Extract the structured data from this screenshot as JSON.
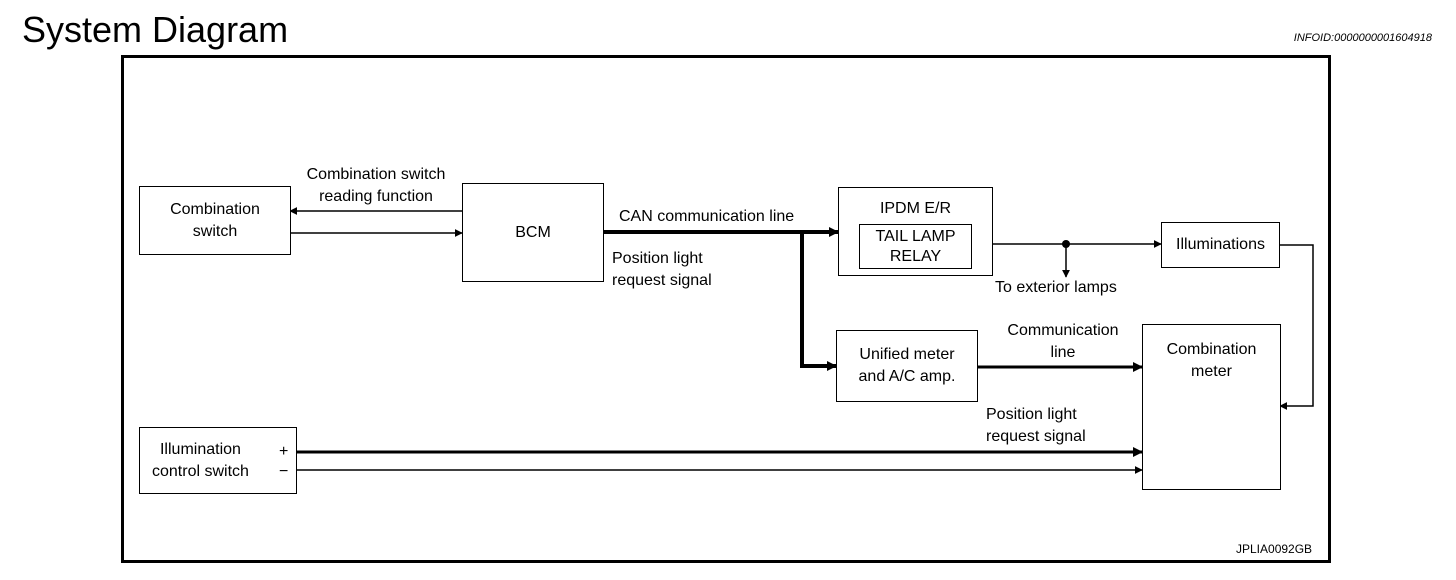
{
  "header": {
    "title": "System Diagram",
    "info_id": "INFOID:0000000001604918"
  },
  "diagram": {
    "nodes": {
      "combination_switch": "Combination\nswitch",
      "bcm": "BCM",
      "ipdm_er": "IPDM E/R",
      "tail_lamp_relay": "TAIL LAMP\nRELAY",
      "illuminations": "Illuminations",
      "unified_meter": "Unified meter\nand A/C amp.",
      "combination_meter": "Combination\nmeter",
      "illumination_control_switch": "Illumination\ncontrol switch"
    },
    "labels": {
      "reading_function": "Combination switch\nreading function",
      "can_line": "CAN communication line",
      "position_request_1": "Position light\nrequest signal",
      "to_exterior_lamps": "To exterior lamps",
      "communication_line": "Communication\nline",
      "position_request_2": "Position light\nrequest signal",
      "plus": "+",
      "minus": "−"
    },
    "figure_id": "JPLIA0092GB"
  }
}
